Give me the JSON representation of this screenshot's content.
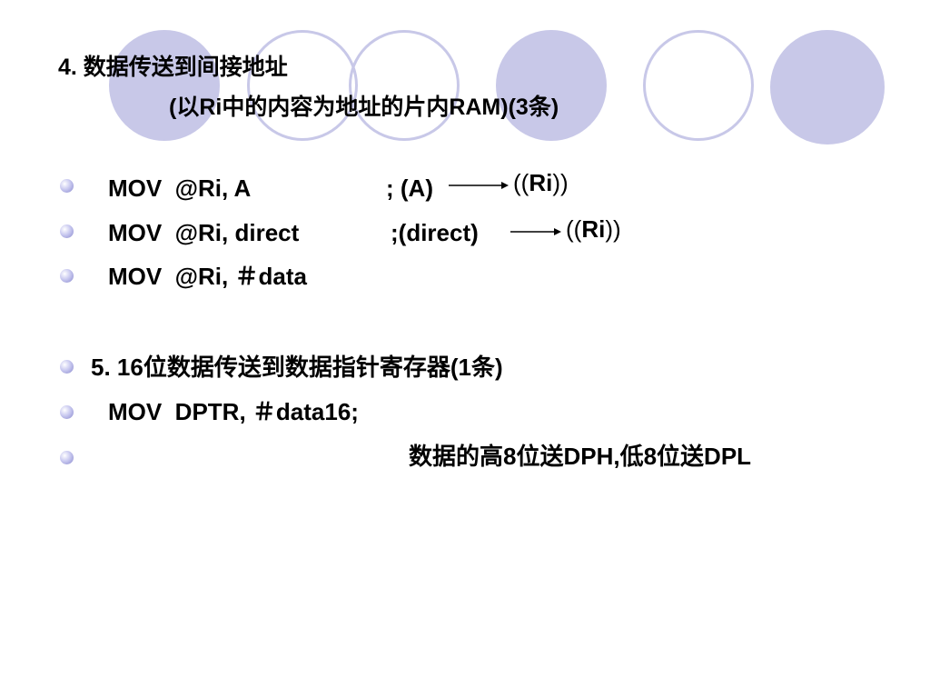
{
  "heading4": {
    "line1": "4. 数据传送到间接地址",
    "line2": "(以Ri中的内容为地址的片内RAM)(3条)"
  },
  "instructions": [
    {
      "code": "MOV  @Ri, A",
      "comment": "; (A)",
      "target_open": "((",
      "target_reg": "Ri",
      "target_close": "))"
    },
    {
      "code": "MOV  @Ri, direct",
      "comment": ";(direct)",
      "target_open": "((",
      "target_reg": "Ri",
      "target_close": "))"
    },
    {
      "code": "MOV  @Ri, ＃data"
    }
  ],
  "heading5": "5. 16位数据传送到数据指针寄存器(1条)",
  "dptr_instruction": "MOV  DPTR, ＃data16;",
  "dptr_note": "数据的高8位送DPH,低8位送DPL",
  "colors": {
    "decoration": "#c8c8e8",
    "bullet": "#9999dd",
    "text": "#000000"
  }
}
